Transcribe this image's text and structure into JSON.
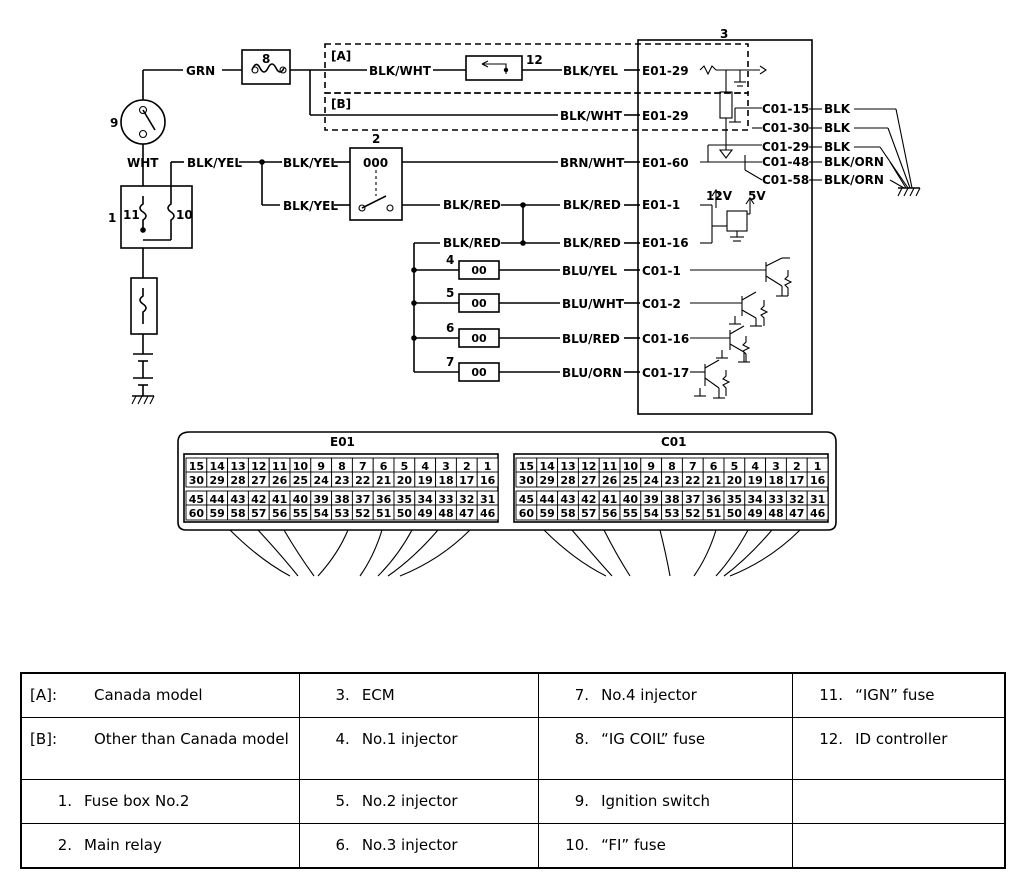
{
  "wires": {
    "grn": "GRN",
    "wht": "WHT",
    "blk_wht_a": "BLK/WHT",
    "blk_yel_a": "BLK/YEL",
    "blk_wht_b": "BLK/WHT",
    "blk_yel_left": "BLK/YEL",
    "blk_yel_top": "BLK/YEL",
    "blk_yel_low": "BLK/YEL",
    "brn_wht": "BRN/WHT",
    "blk_red_1": "BLK/RED",
    "blk_red_2": "BLK/RED",
    "blk_red_3": "BLK/RED",
    "blk_red_4": "BLK/RED",
    "blu_yel": "BLU/YEL",
    "blu_wht": "BLU/WHT",
    "blu_red": "BLU/RED",
    "blu_orn": "BLU/ORN",
    "blk_1": "BLK",
    "blk_2": "BLK",
    "blk_3": "BLK",
    "blk_orn_1": "BLK/ORN",
    "blk_orn_2": "BLK/ORN"
  },
  "terminals": {
    "e01_29_a": "E01-29",
    "e01_29_b": "E01-29",
    "e01_60": "E01-60",
    "e01_1": "E01-1",
    "e01_16": "E01-16",
    "c01_1": "C01-1",
    "c01_2": "C01-2",
    "c01_16": "C01-16",
    "c01_17": "C01-17",
    "c01_15": "C01-15",
    "c01_30": "C01-30",
    "c01_29": "C01-29",
    "c01_48": "C01-48",
    "c01_58": "C01-58"
  },
  "voltages": {
    "v12": "12V",
    "v5": "5V"
  },
  "callouts": {
    "n1": "1",
    "n2": "2",
    "n3": "3",
    "n4": "4",
    "n5": "5",
    "n6": "6",
    "n7": "7",
    "n8": "8",
    "n9": "9",
    "n10": "10",
    "n11": "11",
    "n12": "12",
    "ba": "[A]",
    "bb": "[B]"
  },
  "relay_coil": "000",
  "fuse_glyph": "00",
  "connectors": {
    "e01": "E01",
    "c01": "C01",
    "rows": [
      [
        "15",
        "14",
        "13",
        "12",
        "11",
        "10",
        "9",
        "8",
        "7",
        "6",
        "5",
        "4",
        "3",
        "2",
        "1"
      ],
      [
        "30",
        "29",
        "28",
        "27",
        "26",
        "25",
        "24",
        "23",
        "22",
        "21",
        "20",
        "19",
        "18",
        "17",
        "16"
      ],
      [
        "45",
        "44",
        "43",
        "42",
        "41",
        "40",
        "39",
        "38",
        "37",
        "36",
        "35",
        "34",
        "33",
        "32",
        "31"
      ],
      [
        "60",
        "59",
        "58",
        "57",
        "56",
        "55",
        "54",
        "53",
        "52",
        "51",
        "50",
        "49",
        "48",
        "47",
        "46"
      ]
    ]
  },
  "legend": [
    [
      {
        "k": "[A]:",
        "v": "Canada model"
      },
      {
        "k": "3.",
        "v": "ECM"
      },
      {
        "k": "7.",
        "v": "No.4 injector"
      },
      {
        "k": "11.",
        "v": "“IGN” fuse"
      }
    ],
    [
      {
        "k": "[B]:",
        "v": "Other than Canada model"
      },
      {
        "k": "4.",
        "v": "No.1 injector"
      },
      {
        "k": "8.",
        "v": "“IG COIL” fuse"
      },
      {
        "k": "12.",
        "v": "ID controller"
      }
    ],
    [
      {
        "k": "1.",
        "v": "Fuse box No.2"
      },
      {
        "k": "5.",
        "v": "No.2 injector"
      },
      {
        "k": "9.",
        "v": "Ignition switch"
      },
      {
        "k": "",
        "v": ""
      }
    ],
    [
      {
        "k": "2.",
        "v": "Main relay"
      },
      {
        "k": "6.",
        "v": "No.3 injector"
      },
      {
        "k": "10.",
        "v": "“FI” fuse"
      },
      {
        "k": "",
        "v": ""
      }
    ]
  ]
}
